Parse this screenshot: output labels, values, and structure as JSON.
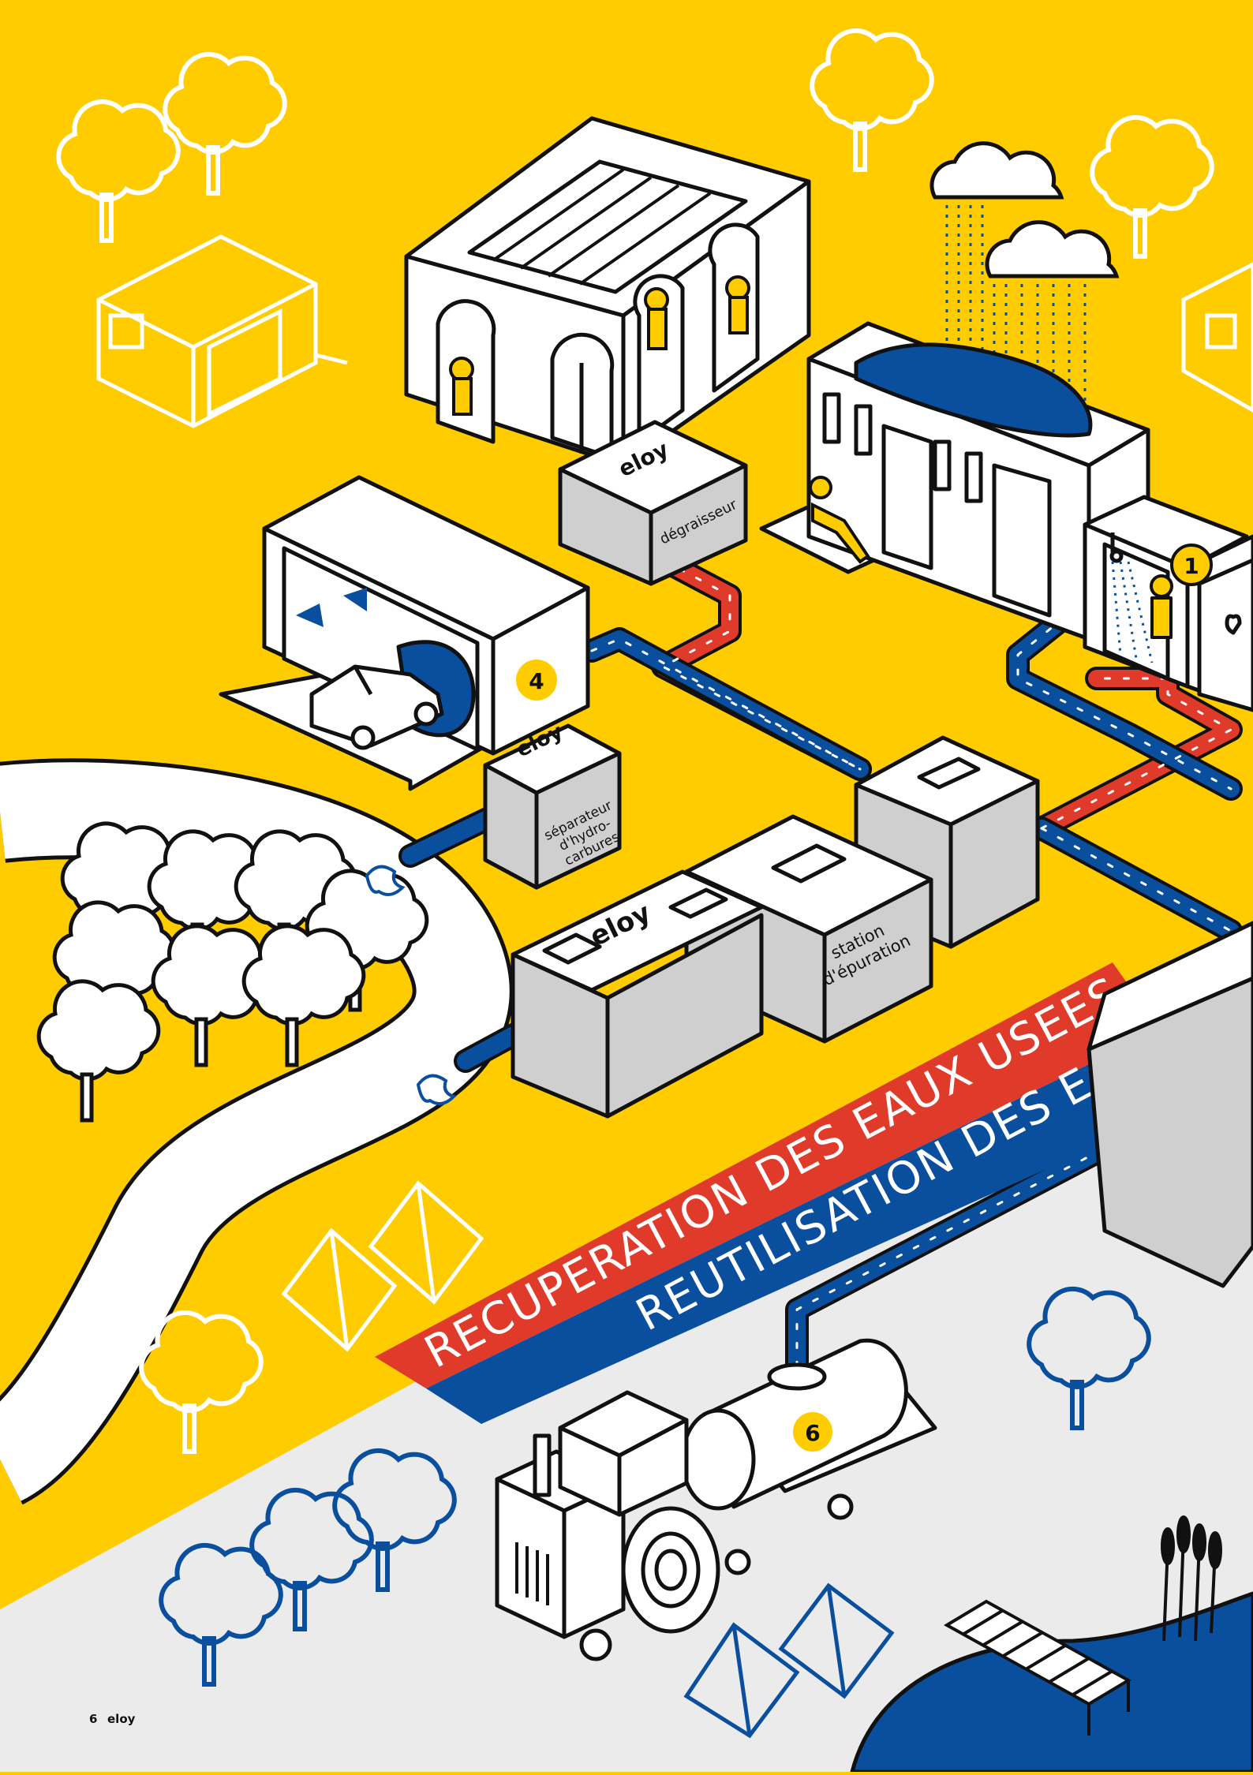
{
  "labels": {
    "degraisseur": "dégraisseur",
    "separateur": [
      "séparateur",
      "d'hydro-",
      "carbures"
    ],
    "station": [
      "station",
      "d'épuration"
    ],
    "brand": "eloy"
  },
  "markers": {
    "m1": "1",
    "m4": "4",
    "m6": "6"
  },
  "banners": {
    "recuperation": "RECUPERATION DES EAUX USEES",
    "reutilisation": "REUTILISATION DES EAUX"
  },
  "footer": {
    "page_number": "6",
    "brand": "eloy"
  },
  "colors": {
    "yellow": "#ffcc00",
    "blue": "#0a4f9e",
    "red": "#e03a2b",
    "grey": "#cfcfcf",
    "light_grey": "#ebebeb",
    "black": "#111111",
    "white": "#ffffff"
  }
}
